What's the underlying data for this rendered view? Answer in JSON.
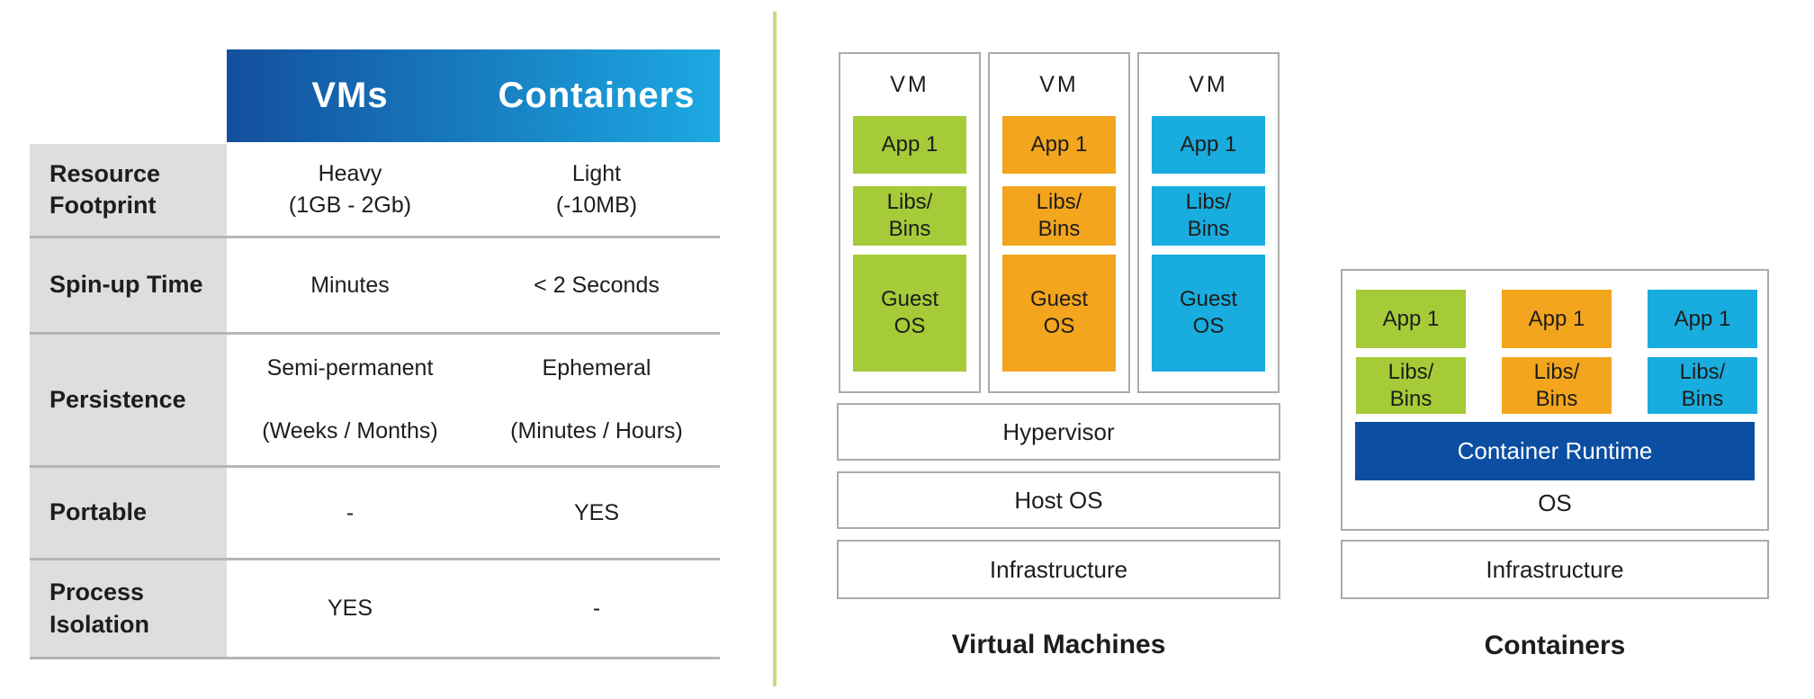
{
  "colors": {
    "header_gradient_start": "#134F9D",
    "header_gradient_end": "#1CA9E2",
    "green": "#A5CB39",
    "orange": "#F3A51E",
    "cyan": "#19ACDF",
    "dark_blue": "#0B4EA2",
    "divider": "#C8DB7A",
    "label_bg": "#DEDEDE",
    "row_border": "#B5B5B5",
    "box_border": "#ABABAB"
  },
  "table": {
    "header": {
      "vms": "VMs",
      "containers": "Containers"
    },
    "rows": [
      {
        "label": "Resource\nFootprint",
        "vms": "Heavy\n(1GB - 2Gb)",
        "containers": "Light\n(-10MB)"
      },
      {
        "label": "Spin-up Time",
        "vms": "Minutes",
        "containers": "< 2 Seconds"
      },
      {
        "label": "Persistence",
        "vms": "Semi-permanent\n\n(Weeks / Months)",
        "containers": "Ephemeral\n\n(Minutes / Hours)"
      },
      {
        "label": "Portable",
        "vms": "-",
        "containers": "YES"
      },
      {
        "label": "Process\nIsolation",
        "vms": "YES",
        "containers": "-"
      }
    ]
  },
  "vm_diagram": {
    "vm_label": "VM",
    "app": "App 1",
    "libs": "Libs/\nBins",
    "guest_os": "Guest\nOS",
    "hypervisor": "Hypervisor",
    "host_os": "Host OS",
    "infrastructure": "Infrastructure",
    "caption": "Virtual Machines"
  },
  "containers_diagram": {
    "app": "App 1",
    "libs": "Libs/\nBins",
    "runtime": "Container Runtime",
    "os": "OS",
    "infrastructure": "Infrastructure",
    "caption": "Containers"
  }
}
